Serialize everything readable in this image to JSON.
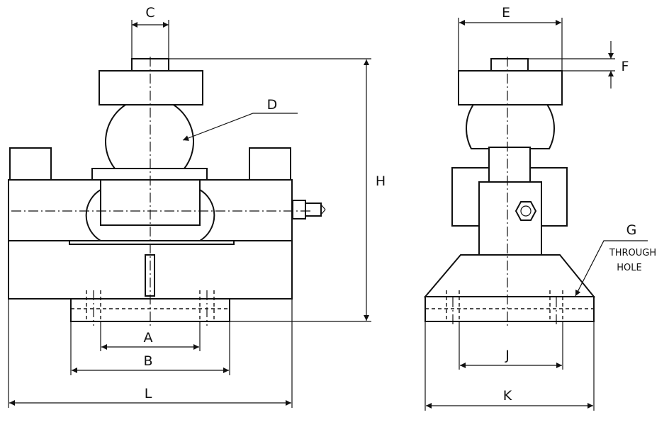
{
  "labels": {
    "A": "A",
    "B": "B",
    "C": "C",
    "D": "D",
    "E": "E",
    "F": "F",
    "G": "G",
    "H": "H",
    "J": "J",
    "K": "K",
    "L": "L",
    "through_hole_line1": "THROUGH",
    "through_hole_line2": "HOLE"
  }
}
